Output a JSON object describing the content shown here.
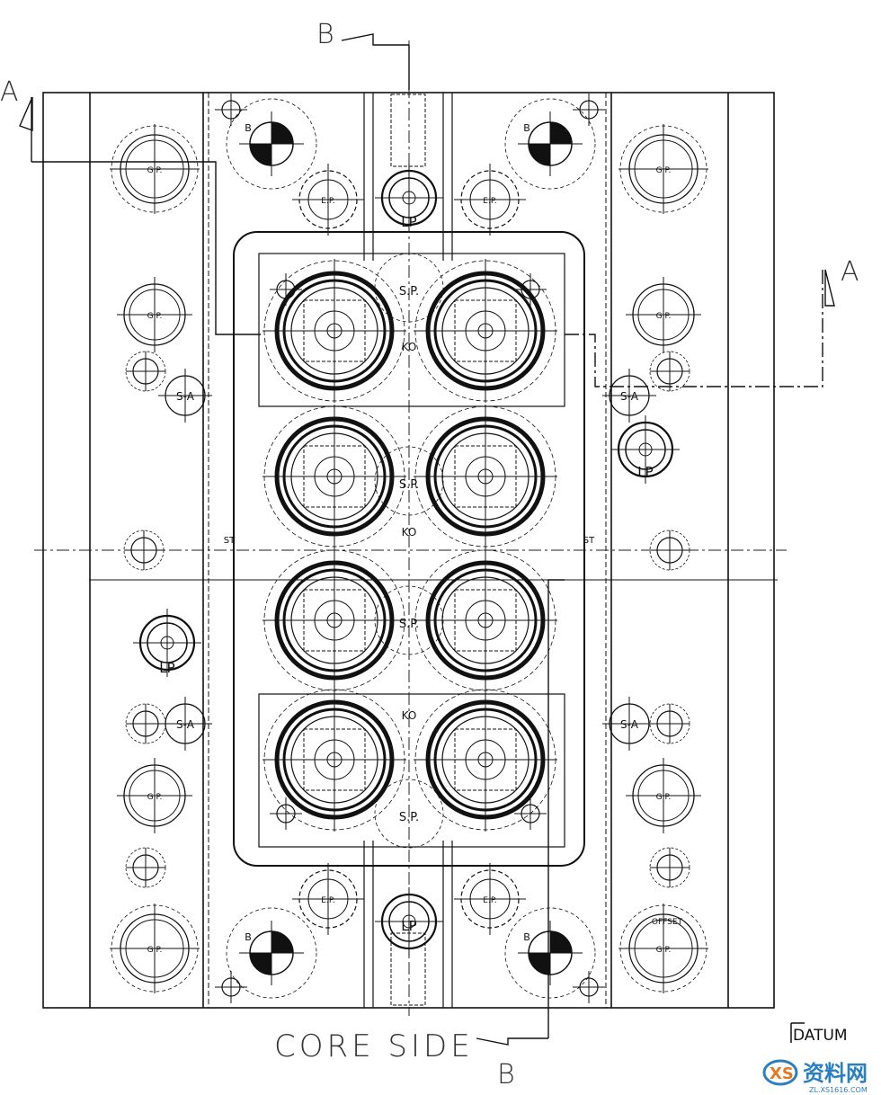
{
  "section_marks": {
    "a": "A",
    "b": "B"
  },
  "footer": {
    "title": "CORE SIDE",
    "datum": "DATUM"
  },
  "labels": {
    "gp": "G.P.",
    "sp": "S.P.",
    "ko": "KO",
    "lp": "LP",
    "ep": "E.P.",
    "sta": "S-A",
    "st": "ST",
    "b": "B",
    "offset": "OFFSET"
  },
  "watermark": {
    "brand": "资料网",
    "url": "ZL.XS1616.COM"
  },
  "colors": {
    "line": "#111111",
    "watermark": "#2a7fc1",
    "watermark_accent": "#e07b1f"
  }
}
